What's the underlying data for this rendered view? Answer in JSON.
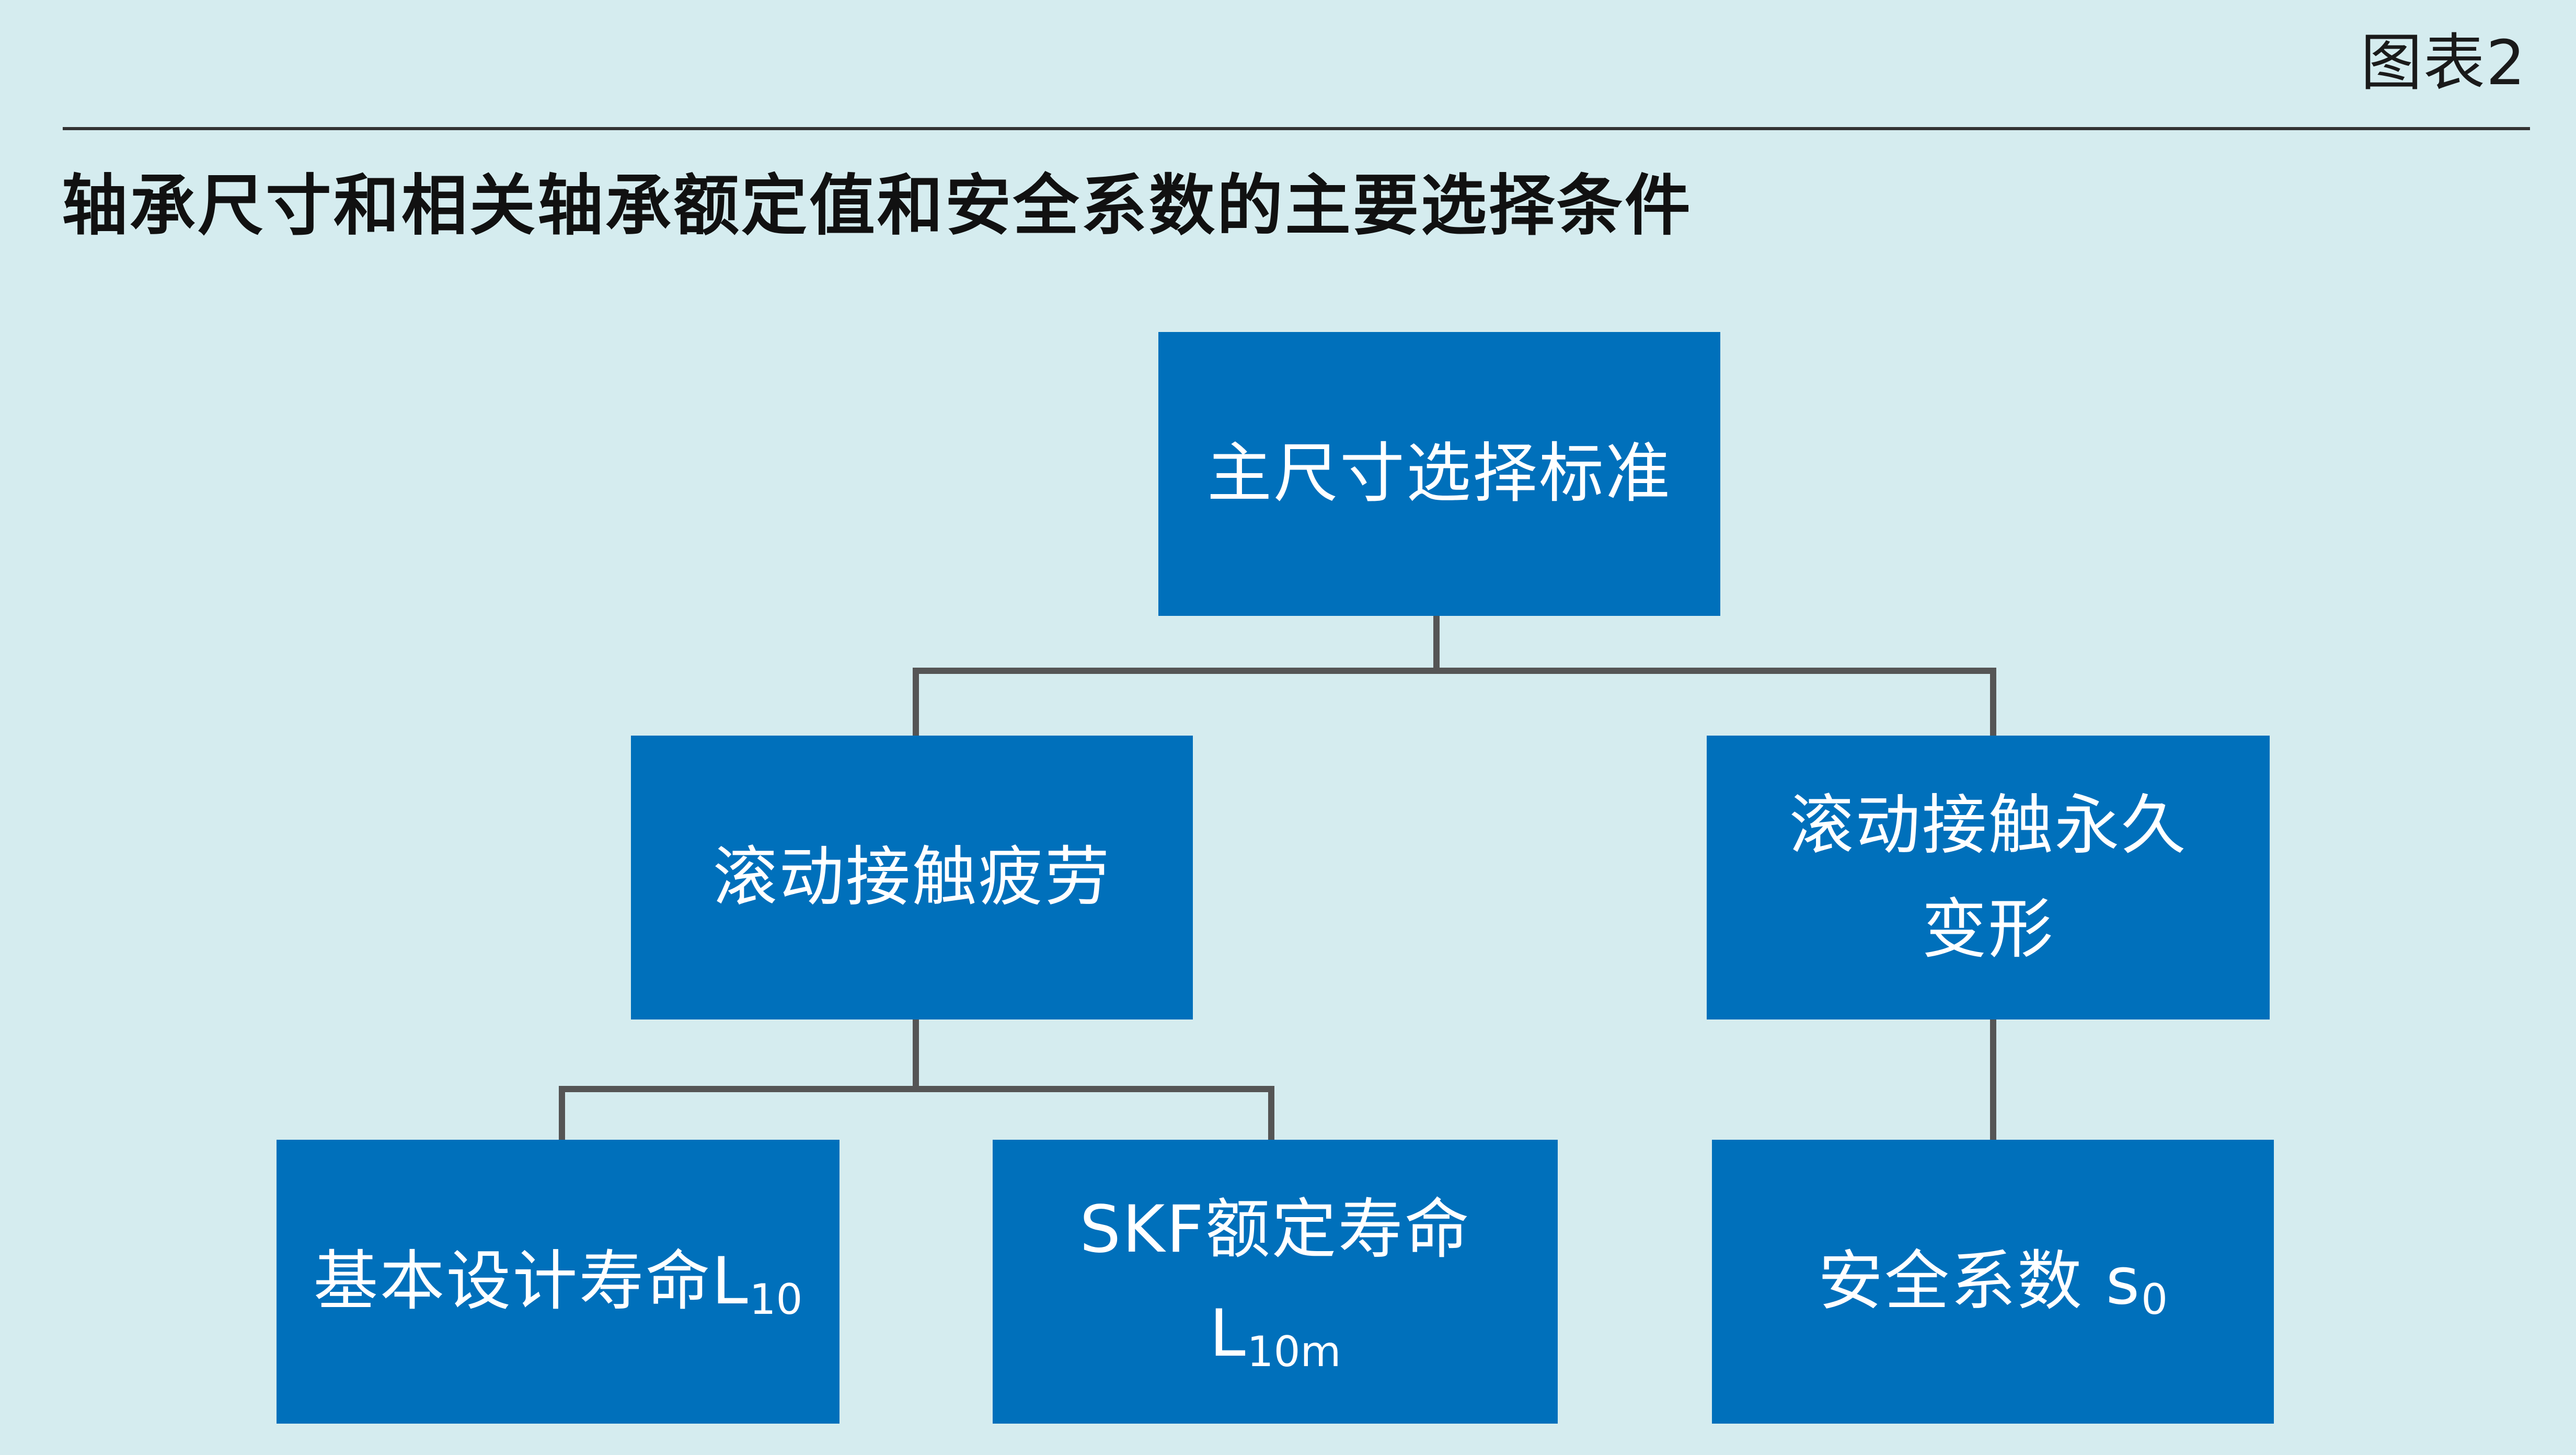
{
  "header": {
    "figure_label": "图表2",
    "title": "轴承尺寸和相关轴承额定值和安全系数的主要选择条件"
  },
  "diagram": {
    "root": {
      "label": "主尺寸选择标准"
    },
    "fatigue": {
      "label": "滚动接触疲劳"
    },
    "deformation": {
      "line1": "滚动接触永久",
      "line2": "变形"
    },
    "basic_life": {
      "label": "基本设计寿命L",
      "sub": "10"
    },
    "skf_life": {
      "line1": "SKF额定寿命",
      "line2_main": "L",
      "line2_sub": "10m"
    },
    "safety": {
      "label": "安全系数 s",
      "sub": "0"
    }
  },
  "colors": {
    "background": "#d5ecef",
    "node_fill": "#0070bb",
    "node_text": "#ffffff",
    "connector": "#555555"
  }
}
